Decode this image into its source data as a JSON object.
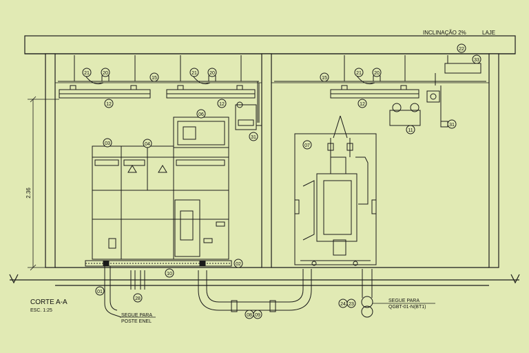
{
  "header": {
    "slope": "INCLINAÇÃO 2%",
    "slab": "LAJE"
  },
  "section": {
    "title": "CORTE A-A",
    "scale": "ESC. 1:25"
  },
  "dimension": {
    "height": "2.36"
  },
  "notes": {
    "enel_line1": "SEGUE PARA",
    "enel_line2": "POSTE ENEL",
    "qgbt_line1": "SEGUE PARA",
    "qgbt_line2": "QGBT-01-N(BT1)"
  },
  "tags": {
    "t01": "01",
    "t02": "02",
    "t03": "03",
    "t04": "04",
    "t06": "06",
    "t07": "07",
    "t08": "08",
    "t09": "09",
    "t10": "10",
    "t11": "11",
    "t12": "12",
    "t15": "15",
    "t20": "20",
    "t21": "21",
    "t22": "22",
    "t23": "23",
    "t24": "24",
    "t28": "28",
    "t31": "31",
    "t33": "33"
  },
  "colors": {
    "background": "#E1EAB4",
    "line": "#1A1A1A"
  }
}
